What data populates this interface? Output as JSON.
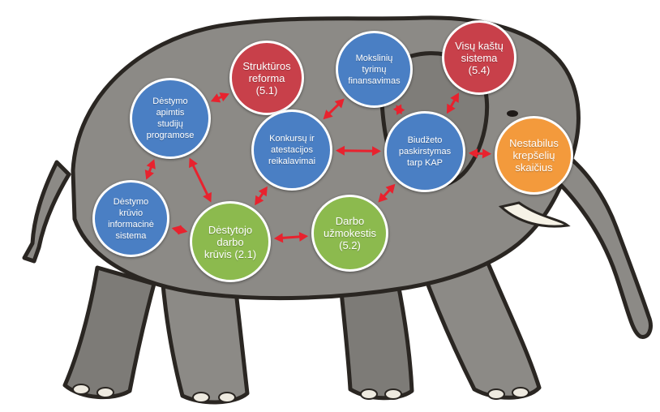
{
  "colors": {
    "blue": "#4a7fc4",
    "red": "#c8404a",
    "green": "#8cba4e",
    "orange": "#f39a3c",
    "arrow": "#e8222e",
    "elephant_body": "#8c8a86",
    "elephant_outline": "#2a2622"
  },
  "nodes": {
    "strukturos": {
      "label": "Struktūros\nreforma\n(5.1)",
      "color": "red"
    },
    "mokslo": {
      "label": "Mokslinių\ntyrimų\nfinansavimas",
      "color": "blue"
    },
    "visu": {
      "label": "Visų kaštų\nsistema\n(5.4)",
      "color": "red"
    },
    "destymo_apimtis": {
      "label": "Dėstymo\napimtis\nstudijų\nprogramose",
      "color": "blue"
    },
    "konkursu": {
      "label": "Konkursų ir\natestacijos\nreikalavimai",
      "color": "blue"
    },
    "biudzeto": {
      "label": "Biudžeto\npaskirstymas\ntarp KAP",
      "color": "blue"
    },
    "nestabilus": {
      "label": "Nestabilus\nkrepšelių\nskaičius",
      "color": "orange"
    },
    "destymo_kruvio": {
      "label": "Dėstymo\nkrūvio\ninformacinė\nsistema",
      "color": "blue"
    },
    "destytojo": {
      "label": "Dėstytojo\ndarbo\nkrūvis (2.1)",
      "color": "green"
    },
    "darbo": {
      "label": "Darbo\nužmokestis\n(5.2)",
      "color": "green"
    }
  },
  "links": [
    [
      "destymo_apimtis",
      "strukturos"
    ],
    [
      "konkursu",
      "mokslo"
    ],
    [
      "mokslo",
      "biudzeto"
    ],
    [
      "biudzeto",
      "visu"
    ],
    [
      "konkursu",
      "biudzeto"
    ],
    [
      "biudzeto",
      "nestabilus"
    ],
    [
      "destymo_apimtis",
      "destymo_kruvio"
    ],
    [
      "destymo_apimtis",
      "destytojo"
    ],
    [
      "konkursu",
      "destytojo"
    ],
    [
      "destymo_kruvio",
      "destytojo"
    ],
    [
      "destytojo",
      "darbo"
    ],
    [
      "darbo",
      "biudzeto"
    ]
  ]
}
